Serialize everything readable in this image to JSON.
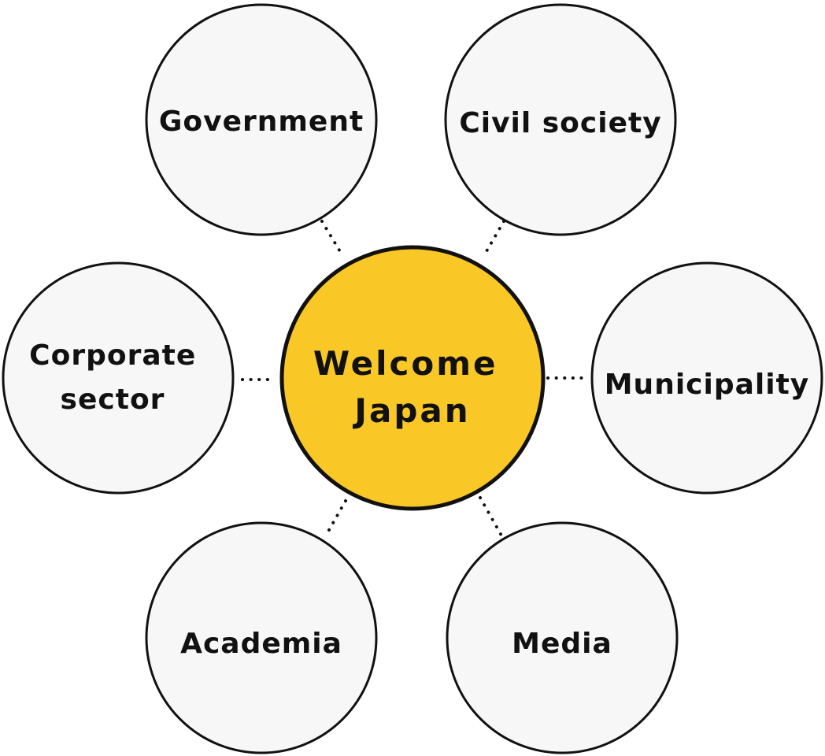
{
  "center": {
    "lines": [
      "Welcome",
      "Japan"
    ],
    "fill": "#F9C726"
  },
  "nodes": [
    {
      "lines": [
        "Government"
      ]
    },
    {
      "lines": [
        "Civil society"
      ]
    },
    {
      "lines": [
        "Corporate",
        "sector"
      ]
    },
    {
      "lines": [
        "Municipality"
      ]
    },
    {
      "lines": [
        "Academia"
      ]
    },
    {
      "lines": [
        "Media"
      ]
    }
  ],
  "colors": {
    "node_fill": "#F7F7F7",
    "stroke": "#111111",
    "connector": "#111111"
  }
}
